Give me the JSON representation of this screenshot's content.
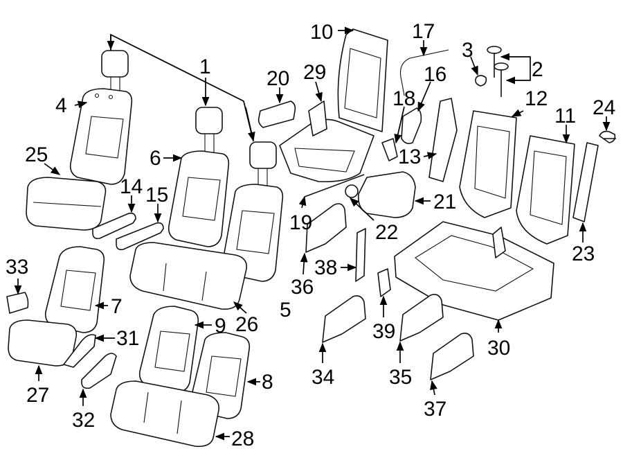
{
  "diagram": {
    "callouts": [
      "1",
      "2",
      "3",
      "4",
      "5",
      "6",
      "7",
      "8",
      "9",
      "10",
      "11",
      "12",
      "13",
      "14",
      "15",
      "16",
      "17",
      "18",
      "19",
      "20",
      "21",
      "22",
      "23",
      "24",
      "25",
      "26",
      "27",
      "28",
      "29",
      "30",
      "31",
      "32",
      "33",
      "34",
      "35",
      "36",
      "37",
      "38",
      "39"
    ]
  },
  "colors": {
    "line": "#111111",
    "background": "#ffffff"
  }
}
